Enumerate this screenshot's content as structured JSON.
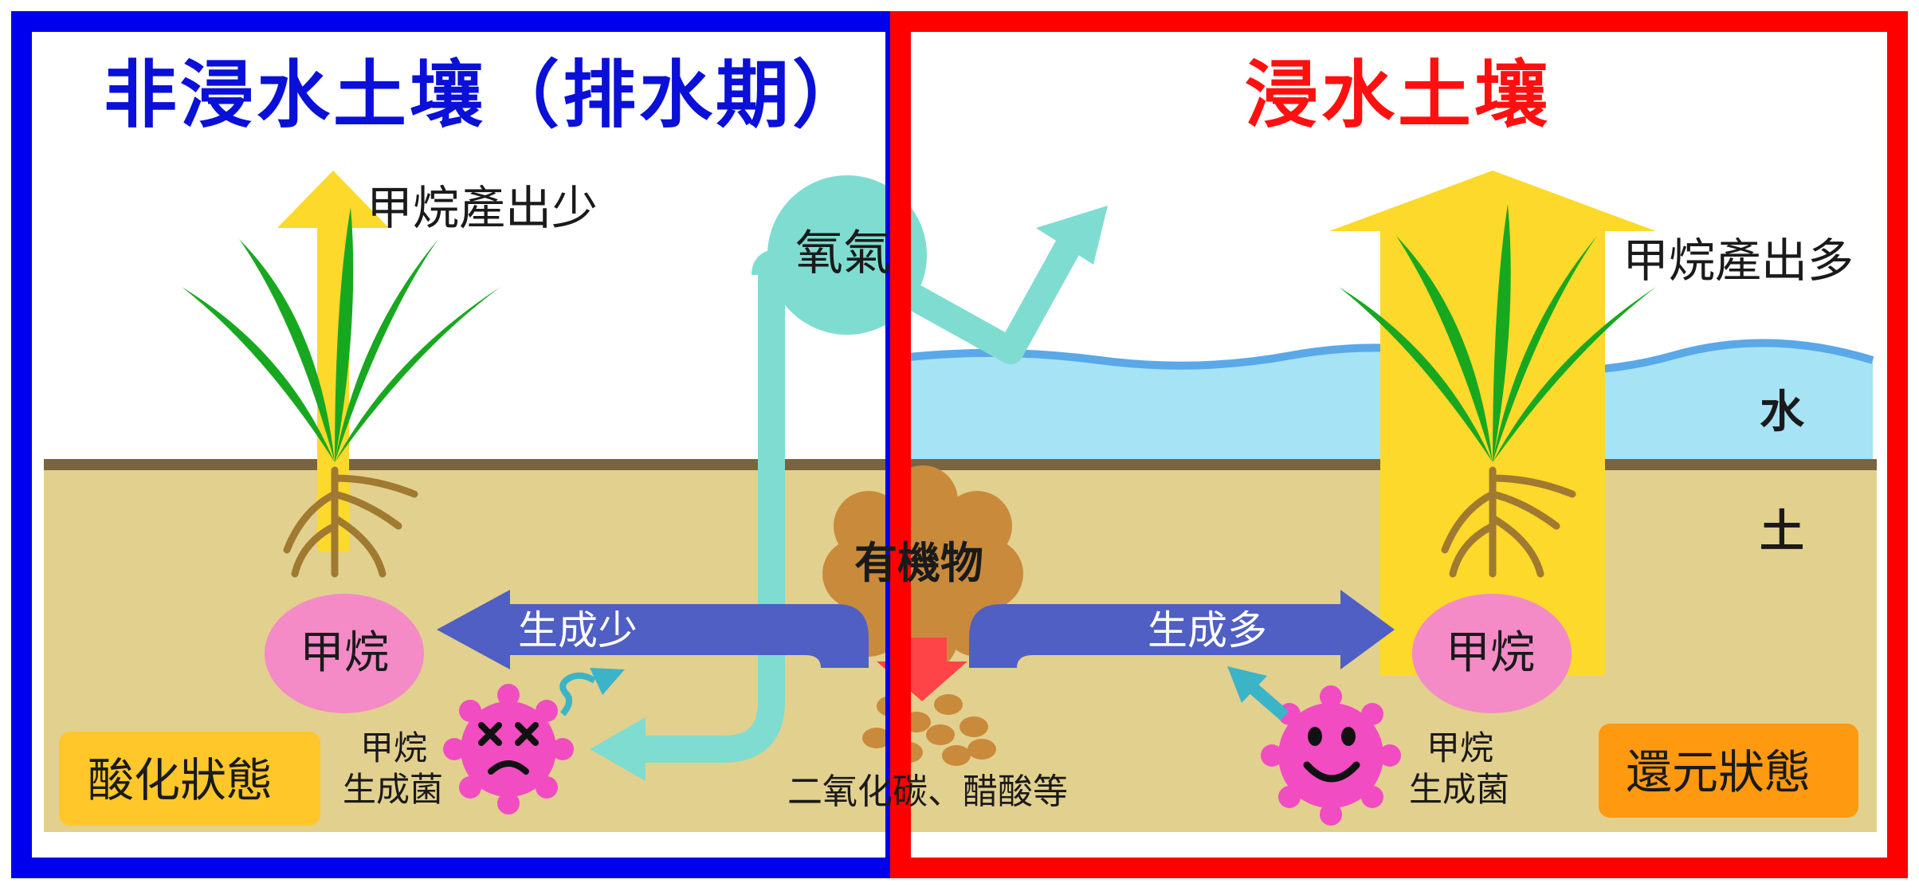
{
  "left_panel": {
    "title": "非浸水土壤（排水期）",
    "methane_output": "甲烷產出少",
    "methane": "甲烷",
    "generation": "生成少",
    "microbe_label_1": "甲烷",
    "microbe_label_2": "生成菌",
    "state": "酸化狀態",
    "border_color": "#0000ee"
  },
  "right_panel": {
    "title": "浸水土壤",
    "methane_output": "甲烷產出多",
    "methane": "甲烷",
    "generation": "生成多",
    "microbe_label_1": "甲烷",
    "microbe_label_2": "生成菌",
    "state": "還元狀態",
    "water_label": "水",
    "soil_label": "土",
    "border_color": "#ff0000"
  },
  "center": {
    "oxygen": "氧氣",
    "organic_matter": "有機物",
    "products": "二氧化碳、醋酸等"
  },
  "icons": {
    "plant": "rice-plant-icon",
    "microbe_sad": "sad-microbe-icon",
    "microbe_happy": "happy-microbe-icon"
  },
  "colors": {
    "soil": "#e2d08e",
    "water": "#a6e3f5",
    "methane_arrow": "#fcd92a",
    "oxygen": "#7fdcd0",
    "generation_arrow": "#4f5fc4",
    "methane_bubble": "#f48ac6",
    "microbe": "#f24cc2",
    "oxidized_badge": "#ffc72a",
    "reduced_badge": "#ff9a10"
  }
}
